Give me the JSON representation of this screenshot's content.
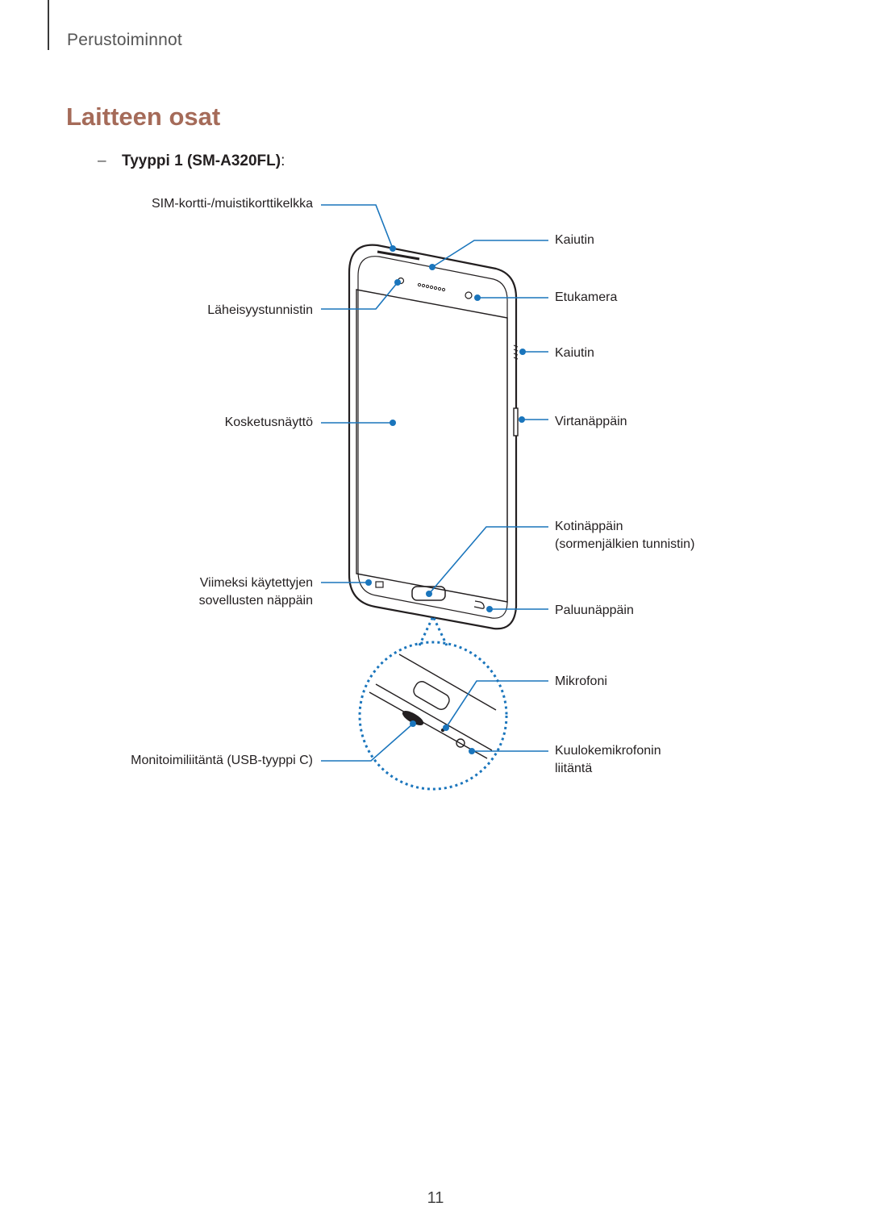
{
  "header": {
    "section": "Perustoiminnot"
  },
  "page_title": "Laitteen osat",
  "subtitle": {
    "dash": "–",
    "text": "Tyyppi 1 (SM-A320FL)",
    "colon": ":"
  },
  "labels": {
    "sim_tray": "SIM-kortti-/muistikorttikelkka",
    "proximity": "Läheisyystunnistin",
    "touchscreen": "Kosketusnäyttö",
    "recent_apps_line1": "Viimeksi käytettyjen",
    "recent_apps_line2": "sovellusten näppäin",
    "usb": "Monitoimiliitäntä (USB-tyyppi C)",
    "speaker_top": "Kaiutin",
    "front_camera": "Etukamera",
    "speaker_side": "Kaiutin",
    "power": "Virtanäppäin",
    "home_line1": "Kotinäppäin",
    "home_line2": "(sormenjälkien tunnistin)",
    "back": "Paluunäppäin",
    "mic": "Mikrofoni",
    "headset_line1": "Kuulokemikrofonin",
    "headset_line2": "liitäntä"
  },
  "colors": {
    "callout": "#1a75bc",
    "title": "#a56b59",
    "device_stroke": "#231f20"
  },
  "page_number": "11"
}
